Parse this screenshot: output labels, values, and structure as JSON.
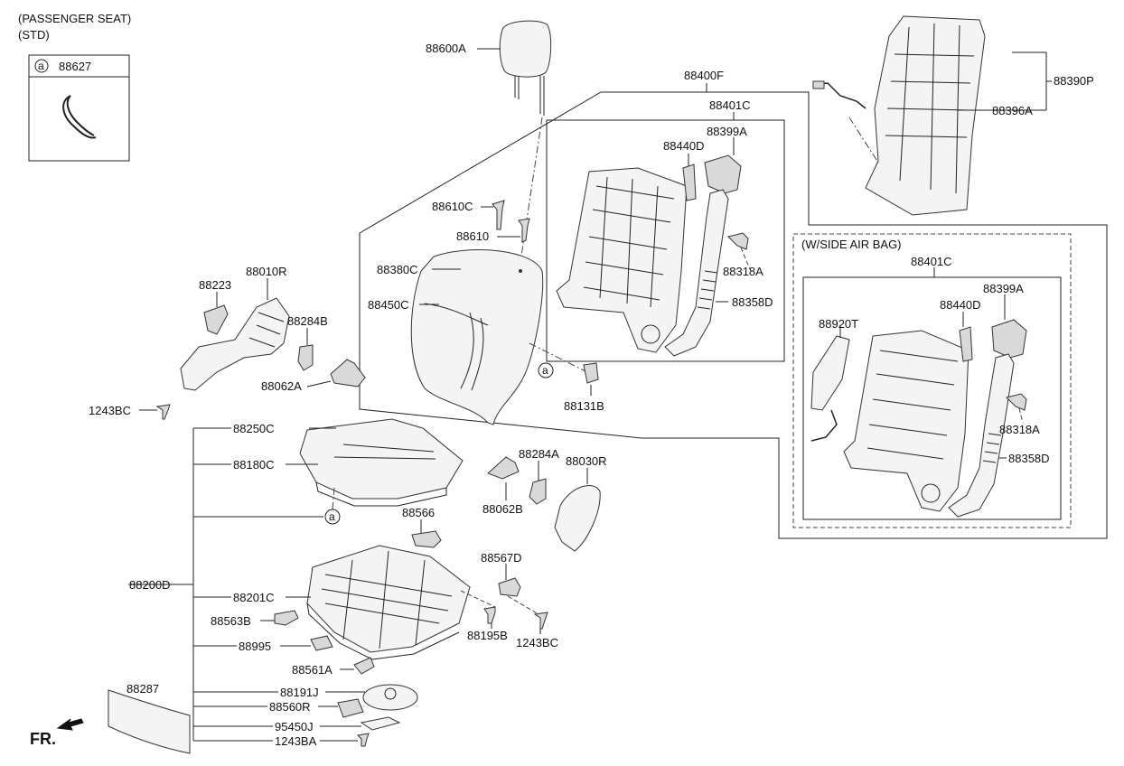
{
  "header": {
    "line1": "(PASSENGER SEAT)",
    "line2": "(STD)"
  },
  "legend_box": {
    "marker": "a",
    "part": "88627"
  },
  "airbag_box": {
    "title": "(W/SIDE AIR BAG)"
  },
  "callout_marker": "a",
  "front_label": "FR.",
  "labels": {
    "p88600A": "88600A",
    "p88400F": "88400F",
    "p88401C": "88401C",
    "p88399A": "88399A",
    "p88440D": "88440D",
    "p88390P": "88390P",
    "p88396A": "88396A",
    "p88610C": "88610C",
    "p88610": "88610",
    "p88318A": "88318A",
    "p88358D": "88358D",
    "p88380C": "88380C",
    "p88450C": "88450C",
    "p88010R": "88010R",
    "p88223": "88223",
    "p88284B": "88284B",
    "p88062A": "88062A",
    "p1243BC_a": "1243BC",
    "p88131B": "88131B",
    "p88250C": "88250C",
    "p88180C": "88180C",
    "p88284A": "88284A",
    "p88030R": "88030R",
    "p88062B": "88062B",
    "p88566": "88566",
    "p88567D": "88567D",
    "p88200D": "88200D",
    "p88201C": "88201C",
    "p88563B": "88563B",
    "p88195B": "88195B",
    "p1243BC_b": "1243BC",
    "p88995": "88995",
    "p88561A": "88561A",
    "p88287": "88287",
    "p88191J": "88191J",
    "p88560R": "88560R",
    "p95450J": "95450J",
    "p1243BA": "1243BA",
    "ab88401C": "88401C",
    "ab88399A": "88399A",
    "ab88440D": "88440D",
    "ab88920T": "88920T",
    "ab88318A": "88318A",
    "ab88358D": "88358D"
  }
}
